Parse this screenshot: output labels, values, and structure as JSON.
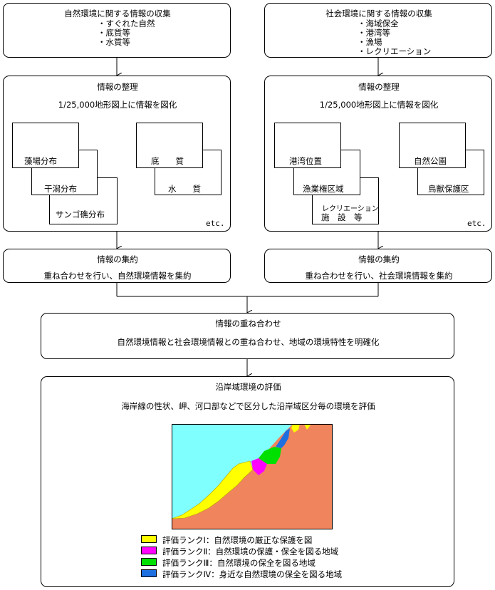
{
  "natural_collect": {
    "title": "自然環境に関する情報の収集",
    "items": [
      "・すぐれた自然",
      "・底質等",
      "・水質等"
    ]
  },
  "social_collect": {
    "title": "社会環境に関する情報の収集",
    "items": [
      "・海域保全",
      "・港湾等",
      "・漁場",
      "・レクリエーション"
    ]
  },
  "natural_organize": {
    "title": "情報の整理",
    "subtitle": "1/25,000地形図上に情報を図化",
    "maps": {
      "seaweed": "藻場分布",
      "tidal_flat": "干潟分布",
      "coral": "サンゴ礁分布",
      "sediment": "底　　質",
      "water_quality": "水　　質"
    },
    "etc": "etc."
  },
  "social_organize": {
    "title": "情報の整理",
    "subtitle": "1/25,000地形図上に情報を図化",
    "maps": {
      "port": "港湾位置",
      "fishery": "漁業権区域",
      "recreation_line1": "レクリエーション",
      "recreation_line2": "施　設　等",
      "park": "自然公園",
      "wildlife": "鳥獣保護区"
    },
    "etc": "etc."
  },
  "natural_aggregate": {
    "title": "情報の集約",
    "text": "重ね合わせを行い、自然環境情報を集約"
  },
  "social_aggregate": {
    "title": "情報の集約",
    "text": "重ね合わせを行い、社会環境情報を集約"
  },
  "overlay": {
    "title": "情報の重ね合わせ",
    "text": "自然環境情報と社会環境情報との重ね合わせ、地域の環境特性を明確化"
  },
  "evaluation": {
    "title": "沿岸域環境の評価",
    "text": "海岸線の性状、岬、河口部などで区分した沿岸域区分毎の環境を評価"
  },
  "map_colors": {
    "sea": "#80ffff",
    "land": "#f0845c",
    "rank1": "#ffff00",
    "rank2": "#ff00ff",
    "rank3": "#00e000",
    "rank4": "#1e6fe0"
  },
  "legend": [
    {
      "label": "評価ランクⅠ：自然環境の厳正な保護を図",
      "color": "#ffff00"
    },
    {
      "label": "評価ランクⅡ：自然環境の保護・保全を図る地域",
      "color": "#ff00ff"
    },
    {
      "label": "評価ランクⅢ：自然環境の保全を図る地域",
      "color": "#00e000"
    },
    {
      "label": "評価ランクⅣ：身近な自然環境の保全を図る地域",
      "color": "#1e6fe0"
    }
  ]
}
